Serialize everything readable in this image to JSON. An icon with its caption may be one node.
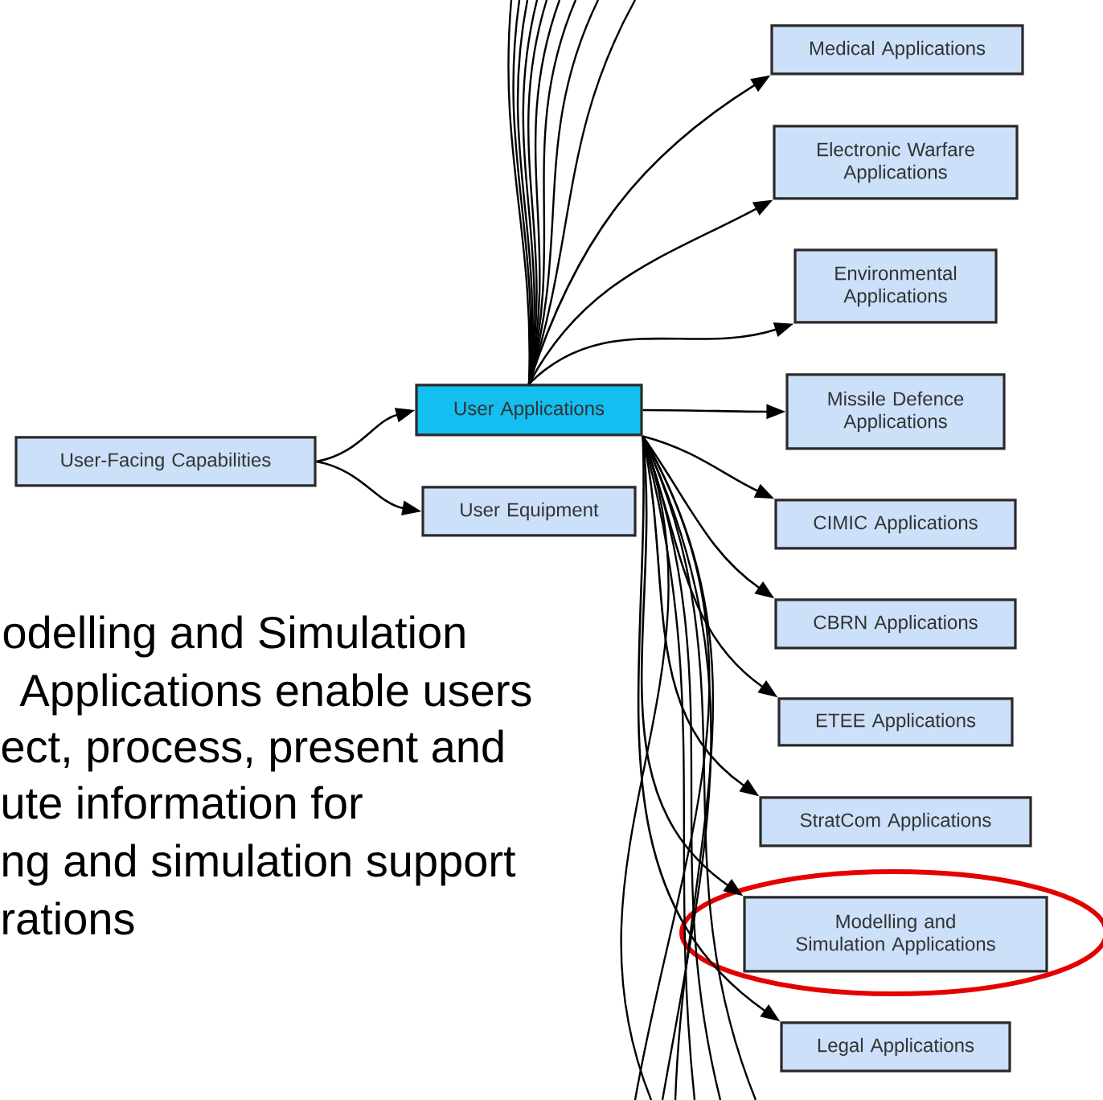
{
  "diagram": {
    "nodes": [
      {
        "text": [
          "User-Facing Capabilities"
        ]
      },
      {
        "text": [
          "User Applications"
        ]
      },
      {
        "text": [
          "User Equipment"
        ]
      },
      {
        "text": [
          "Medical Applications"
        ]
      },
      {
        "text": [
          "Electronic Warfare Applications"
        ]
      },
      {
        "text": [
          "Environmental Applications"
        ]
      },
      {
        "text": [
          "Missile Defence Applications"
        ]
      },
      {
        "text": [
          "CIMIC Applications"
        ]
      },
      {
        "text": [
          "CBRN Applications"
        ]
      },
      {
        "text": [
          "ETEE Applications"
        ]
      },
      {
        "text": [
          "StratCom Applications"
        ]
      },
      {
        "text": [
          "Modelling and Simulation Applications"
        ]
      },
      {
        "text": [
          "Legal Applications"
        ]
      }
    ],
    "edges": [
      {
        "from": 0,
        "to": 1,
        "arrow": "to"
      },
      {
        "from": 0,
        "to": 2,
        "arrow": "to"
      },
      {
        "from": 1,
        "to": 3,
        "arrow": "to"
      },
      {
        "from": 1,
        "to": 4,
        "arrow": "to"
      },
      {
        "from": 1,
        "to": 5,
        "arrow": "to"
      },
      {
        "from": 1,
        "to": 6,
        "arrow": "to"
      },
      {
        "from": 1,
        "to": 7,
        "arrow": "to"
      },
      {
        "from": 1,
        "to": 8,
        "arrow": "to"
      },
      {
        "from": 1,
        "to": 9,
        "arrow": "to"
      },
      {
        "from": 1,
        "to": 10,
        "arrow": "to"
      },
      {
        "from": 1,
        "to": 11,
        "arrow": "to"
      },
      {
        "from": 1,
        "to": 12,
        "arrow": "to"
      },
      {
        "from": 1,
        "to": null,
        "arrow": "none"
      },
      {
        "from": 1,
        "to": null,
        "arrow": "none"
      },
      {
        "from": 1,
        "to": null,
        "arrow": "none"
      },
      {
        "from": 1,
        "to": null,
        "arrow": "none"
      },
      {
        "from": 1,
        "to": null,
        "arrow": "none"
      },
      {
        "from": 1,
        "to": null,
        "arrow": "none"
      },
      {
        "from": 1,
        "to": null,
        "arrow": "none"
      },
      {
        "from": 1,
        "to": null,
        "arrow": "none"
      },
      {
        "from": 1,
        "to": null,
        "arrow": "none"
      },
      {
        "from": 1,
        "to": null,
        "arrow": "none"
      },
      {
        "from": 1,
        "to": null,
        "arrow": "none"
      },
      {
        "from": 1,
        "to": null,
        "arrow": "none"
      },
      {
        "from": 1,
        "to": null,
        "arrow": "none"
      },
      {
        "from": 1,
        "to": null,
        "arrow": "none"
      },
      {
        "from": 1,
        "to": null,
        "arrow": "none"
      },
      {
        "from": 1,
        "to": null,
        "arrow": "none"
      }
    ],
    "labels": [
      "odelling and Simulation",
      "Applications enable users",
      "ect, process, present and",
      "ute information for",
      "ng and simulation support",
      "rations"
    ]
  }
}
